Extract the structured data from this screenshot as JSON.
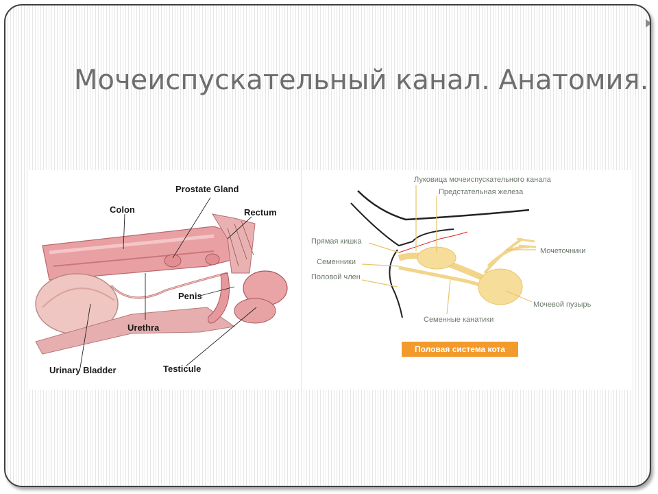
{
  "slide": {
    "title": "Мочеиспускательный канал. Анатомия."
  },
  "left_figure": {
    "labels": {
      "prostate_gland": "Prostate Gland",
      "colon": "Colon",
      "rectum": "Rectum",
      "penis": "Penis",
      "urethra": "Urethra",
      "urinary_bladder": "Urinary Bladder",
      "testicule": "Testicule"
    }
  },
  "right_figure": {
    "labels": {
      "bulb": "Луковица мочеиспускательного канала",
      "prostate": "Предстательная железа",
      "rectum": "Прямая кишка",
      "testes": "Семенники",
      "penis": "Половой член",
      "ureters": "Мочеточники",
      "bladder": "Мочевой пузырь",
      "ducts": "Семенные канатики"
    },
    "caption": "Половая система кота"
  },
  "colors": {
    "title": "#6e6e6e",
    "caption_bg": "#f39a2c",
    "tissue": "#e9a3a3",
    "organ_yellow": "#f7dd9a"
  }
}
